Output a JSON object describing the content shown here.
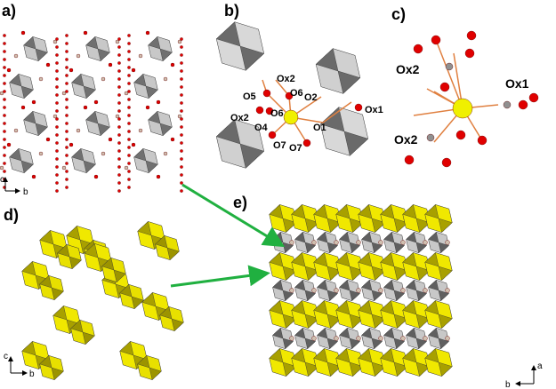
{
  "panels": {
    "a": {
      "label": "a)",
      "axes": {
        "vertical": "c",
        "horizontal": "b"
      }
    },
    "b": {
      "label": "b)",
      "atoms": [
        "Ox2",
        "O6",
        "O5",
        "O2",
        "Ox1",
        "Ox2",
        "O6",
        "O4",
        "O1",
        "O7",
        "O7"
      ]
    },
    "c": {
      "label": "c)",
      "atoms": [
        "Ox2",
        "Ox1",
        "Ox2"
      ]
    },
    "d": {
      "label": "d)",
      "axes": {
        "vertical": "c",
        "horizontal": "b"
      }
    },
    "e": {
      "label": "e)",
      "axes": {
        "vertical": "a",
        "horizontal": "b"
      }
    }
  },
  "colors": {
    "polyhedra_gray": "#a8a8a8",
    "polyhedra_yellow": "#e8e000",
    "oxygen": "#e00000",
    "metal": "#f0f000",
    "carbon": "#909090",
    "bond": "#e08040",
    "arrow": "#20b040"
  }
}
